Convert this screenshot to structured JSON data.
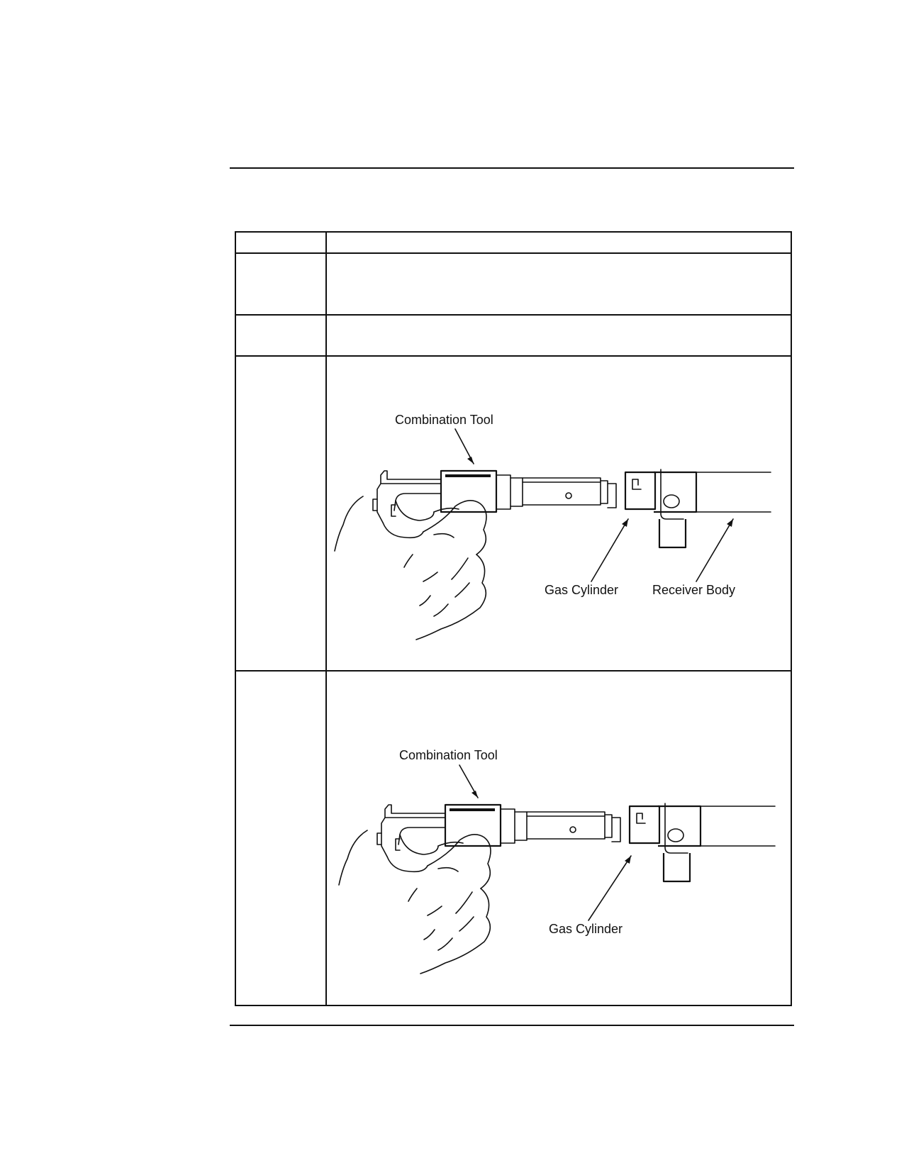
{
  "figures": [
    {
      "labels": {
        "combination_tool": "Combination Tool",
        "gas_cylinder": "Gas Cylinder",
        "receiver_body": "Receiver Body"
      }
    },
    {
      "labels": {
        "combination_tool": "Combination Tool",
        "gas_cylinder": "Gas Cylinder"
      }
    }
  ]
}
